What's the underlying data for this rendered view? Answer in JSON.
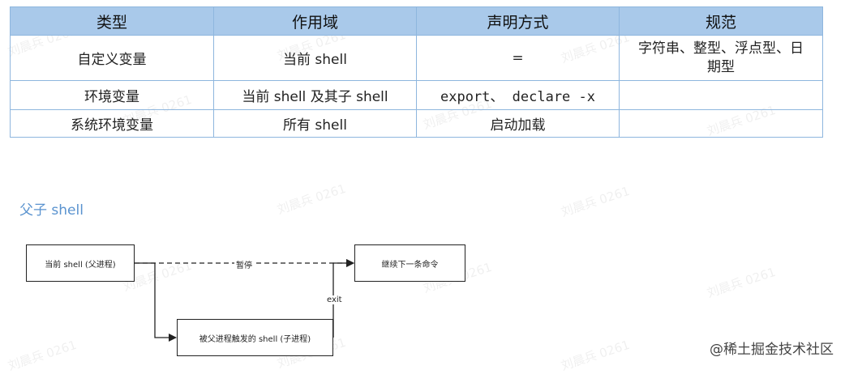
{
  "watermark_text": "刘晨兵 0261",
  "table": {
    "headers": [
      "类型",
      "作用域",
      "声明方式",
      "规范"
    ],
    "rows": [
      {
        "type": "自定义变量",
        "scope": "当前 shell",
        "declare": "=",
        "spec": "字符串、整型、浮点型、日期型"
      },
      {
        "type": "环境变量",
        "scope": "当前 shell 及其子 shell",
        "declare": "export、 declare -x",
        "spec": ""
      },
      {
        "type": "系统环境变量",
        "scope": "所有 shell",
        "declare": "启动加载",
        "spec": ""
      }
    ]
  },
  "section_title": "父子 shell",
  "diagram": {
    "parent_box": "当前 shell (父进程)",
    "child_box": "被父进程触发的 shell (子进程)",
    "next_box": "继续下一条命令",
    "pause_label": "暂停",
    "exit_label": "exit"
  },
  "footer_brand": "@稀土掘金技术社区",
  "colors": {
    "header_bg": "#a9c9ea",
    "border": "#8eb6de",
    "section_title": "#5a93cf"
  }
}
